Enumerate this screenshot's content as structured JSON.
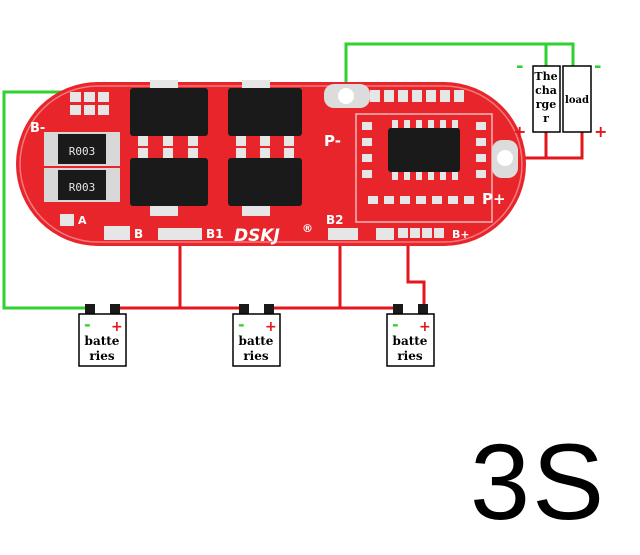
{
  "title": "3S",
  "board": {
    "brand": "DSKJ",
    "registered_mark": "®",
    "resistor_code": "R003",
    "pad_labels": {
      "b_minus_left": "B-",
      "b_left_bottom": "B",
      "b1": "B1",
      "b2": "B2",
      "p_minus": "P-",
      "p_plus": "P+",
      "b_plus": "B+",
      "a_mark": "A"
    }
  },
  "charger": {
    "lines": [
      "The",
      "cha",
      "rge",
      "r"
    ]
  },
  "load": {
    "label": "load"
  },
  "polarity": {
    "minus": "-",
    "plus": "+"
  },
  "batteries": [
    {
      "lines": [
        "batte",
        "ries"
      ]
    },
    {
      "lines": [
        "batte",
        "ries"
      ]
    },
    {
      "lines": [
        "batte",
        "ries"
      ]
    }
  ],
  "colors": {
    "pcb": "#e8252b",
    "wire_red": "#e3161c",
    "wire_green": "#2ed12e",
    "component": "#1a1a1a",
    "metal": "#d8d8d8"
  }
}
